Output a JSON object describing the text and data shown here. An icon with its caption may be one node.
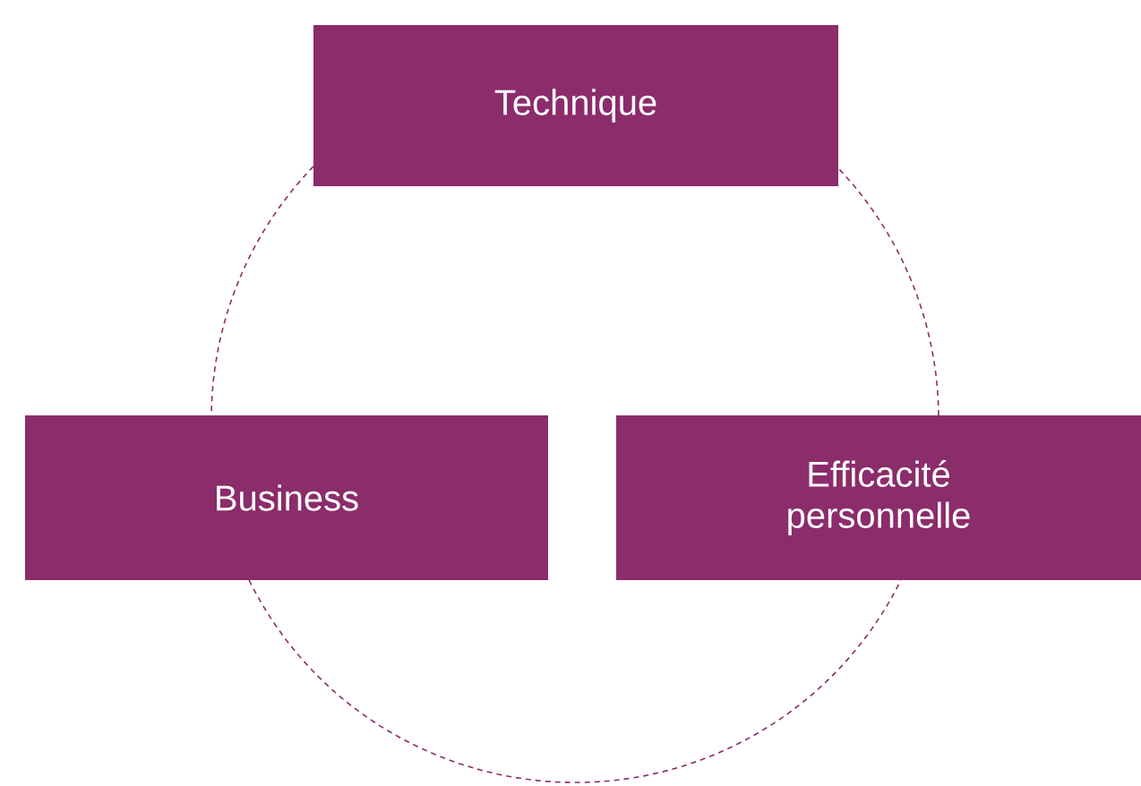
{
  "diagram": {
    "nodes": [
      {
        "text": [
          "Technique"
        ]
      },
      {
        "text": [
          "Business"
        ]
      },
      {
        "text": [
          "Efficacité personnelle"
        ]
      }
    ],
    "edges": [
      {
        "from": 0,
        "to": 1,
        "arrow": "none",
        "style": "dashed"
      },
      {
        "from": 1,
        "to": 2,
        "arrow": "none",
        "style": "dashed"
      },
      {
        "from": 2,
        "to": 0,
        "arrow": "none",
        "style": "dashed"
      }
    ]
  }
}
